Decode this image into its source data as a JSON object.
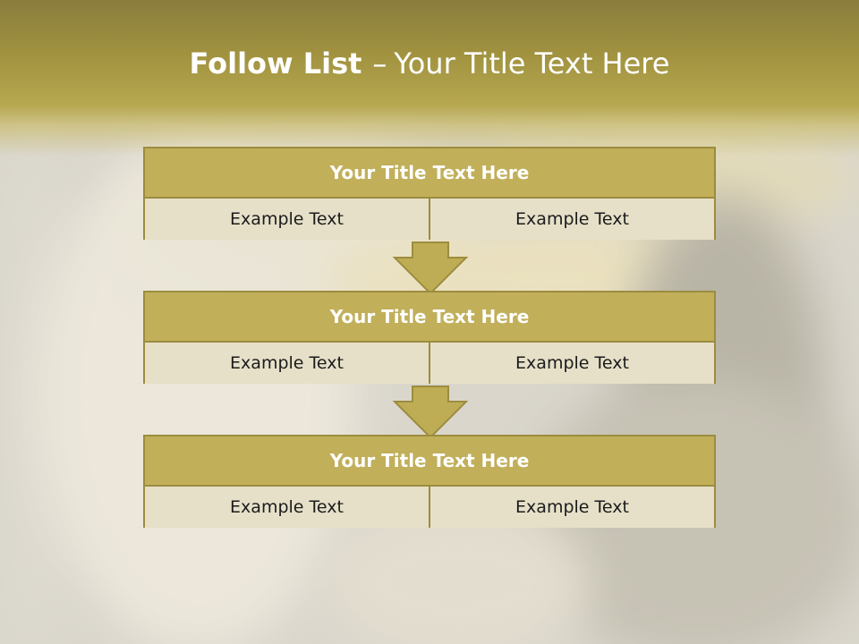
{
  "title": {
    "main": "Follow List",
    "separator": "–",
    "sub": "Your Title Text Here"
  },
  "boxes": [
    {
      "header": "Your Title Text Here",
      "left": "Example Text",
      "right": "Example Text"
    },
    {
      "header": "Your Title Text Here",
      "left": "Example Text",
      "right": "Example Text"
    },
    {
      "header": "Your Title Text Here",
      "left": "Example Text",
      "right": "Example Text"
    }
  ],
  "colors": {
    "header_fill": "#c1af5a",
    "cell_fill": "#e6e0c9",
    "border": "#9c8c3e",
    "arrow_fill": "#bfad55",
    "title_band": "#a0923f"
  }
}
